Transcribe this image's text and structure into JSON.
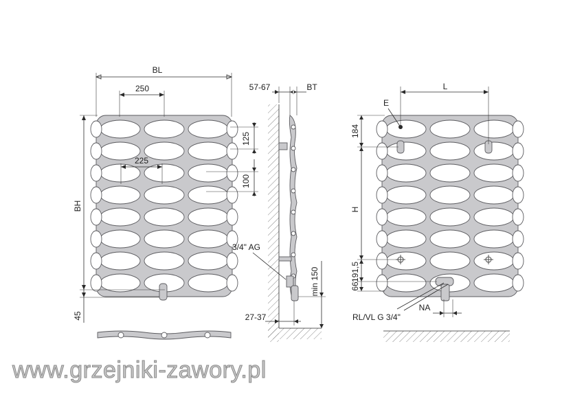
{
  "labels": {
    "bl": "BL",
    "w250": "250",
    "w225": "225",
    "bh": "BH",
    "d125": "125",
    "d100": "100",
    "d45": "45",
    "d5767": "57-67",
    "bt": "BT",
    "ag": "3/4\" AG",
    "min150": "min 150",
    "d2737": "27-37",
    "e": "E",
    "l": "L",
    "d184": "184",
    "h": "H",
    "d1915": "191,5",
    "d66": "66",
    "na": "NA",
    "rlvl": "RL/VL G 3/4\""
  },
  "watermark": "www.grzejniki-zawory.pl"
}
